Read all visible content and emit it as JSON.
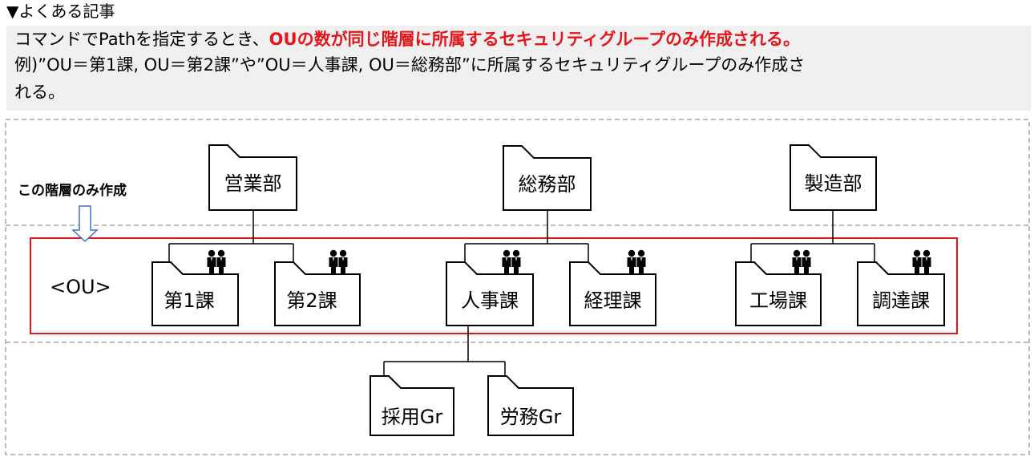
{
  "heading": "▼よくある記事",
  "info": {
    "line1_plain": "コマンドでPathを指定するとき、",
    "line1_emph": "OUの数が同じ階層に所属するセキュリティグループのみ作成される。",
    "line2": "例)”OU＝第1課, OU＝第2課”や”OU＝人事課, OU＝総務部”に所属するセキュリティグループのみ作成さ",
    "line3": "れる。",
    "emph_color": "#e3161b"
  },
  "diagram": {
    "layer_label": "この階層のみ作成",
    "ou_label": "<OU>",
    "highlight_color": "#e3161b",
    "top_folders": [
      "営業部",
      "総務部",
      "製造部"
    ],
    "ou_folders": [
      "第1課",
      "第2課",
      "人事課",
      "経理課",
      "工場課",
      "調達課"
    ],
    "sub_folders": [
      "採用Gr",
      "労務Gr"
    ],
    "group_icon": "people-pair-icon",
    "arrow_icon": "down-arrow-icon"
  }
}
